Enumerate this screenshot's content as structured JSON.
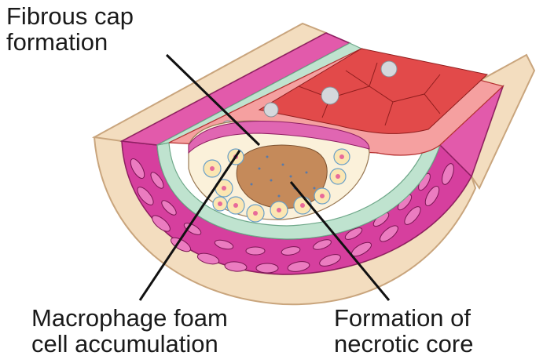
{
  "labels": {
    "fibrous_cap": {
      "line1": "Fibrous cap",
      "line2": "formation"
    },
    "macrophage": {
      "line1": "Macrophage foam",
      "line2": "cell accumulation"
    },
    "necrotic_core": {
      "line1": "Formation of",
      "line2": "necrotic core"
    }
  },
  "colors": {
    "adventitia": "#f3ddbf",
    "adventitia_edge": "#c9a57d",
    "media": "#d63f9e",
    "media_light": "#eb7cc0",
    "elastic_lamina": "#bfe3cf",
    "endothelium_red": "#e24a4a",
    "lumen_pink": "#f5a0a0",
    "plaque_core": "#c58a5a",
    "foam_cell": "#fbe6b2",
    "leader_line": "#111111"
  }
}
